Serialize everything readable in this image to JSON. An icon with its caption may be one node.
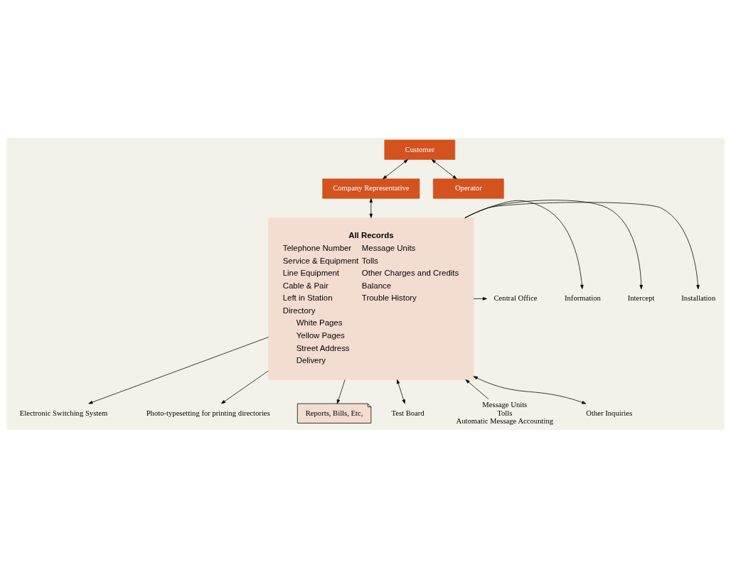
{
  "diagram": {
    "nodes": [
      {
        "text": [
          "Customer"
        ]
      },
      {
        "text": [
          "Company Representative"
        ]
      },
      {
        "text": [
          "All Records",
          "Telephone Number",
          "Service & Equipment",
          "Line Equipment",
          "Cable & Pair",
          "Left in Station",
          "Directory",
          "White Pages",
          "Yellow Pages",
          "Street Address",
          "Delivery",
          "Message Units",
          "Tolls",
          "Other Charges and Credits",
          "Balance",
          "Trouble History"
        ]
      },
      {
        "text": [
          "Installation"
        ]
      },
      {
        "text": [
          "Intercept"
        ]
      },
      {
        "text": [
          "Information"
        ]
      },
      {
        "text": [
          "Operator"
        ]
      },
      {
        "text": [
          "Electronic Switching System"
        ]
      },
      {
        "text": [
          "Photo-typesetting for printing directories"
        ]
      },
      {
        "text": [
          "Central Office"
        ]
      },
      {
        "text": [
          "Reports, Bills, Etc,"
        ]
      },
      {
        "text": [
          "Test Board"
        ]
      },
      {
        "text": [
          "Message Units",
          "Tolls",
          "Automatic Message Accounting"
        ]
      },
      {
        "text": [
          "Other Inquiries"
        ]
      }
    ],
    "edges": [
      {
        "from": 0,
        "to": 1,
        "arrow": "both"
      },
      {
        "from": 1,
        "to": 2,
        "arrow": "both"
      },
      {
        "from": 2,
        "to": 3,
        "arrow": "to"
      },
      {
        "from": 2,
        "to": 4,
        "arrow": "to"
      },
      {
        "from": 2,
        "to": 5,
        "arrow": "to"
      },
      {
        "from": 6,
        "to": 0,
        "arrow": "both"
      },
      {
        "from": 2,
        "to": 7,
        "arrow": "to"
      },
      {
        "from": 2,
        "to": 8,
        "arrow": "to"
      },
      {
        "from": 2,
        "to": 9,
        "arrow": "to"
      },
      {
        "from": 2,
        "to": 10,
        "arrow": "to"
      },
      {
        "from": 11,
        "to": 2,
        "arrow": "both"
      },
      {
        "from": 12,
        "to": 2,
        "arrow": "to"
      },
      {
        "from": 13,
        "to": 2,
        "arrow": "both"
      }
    ]
  }
}
